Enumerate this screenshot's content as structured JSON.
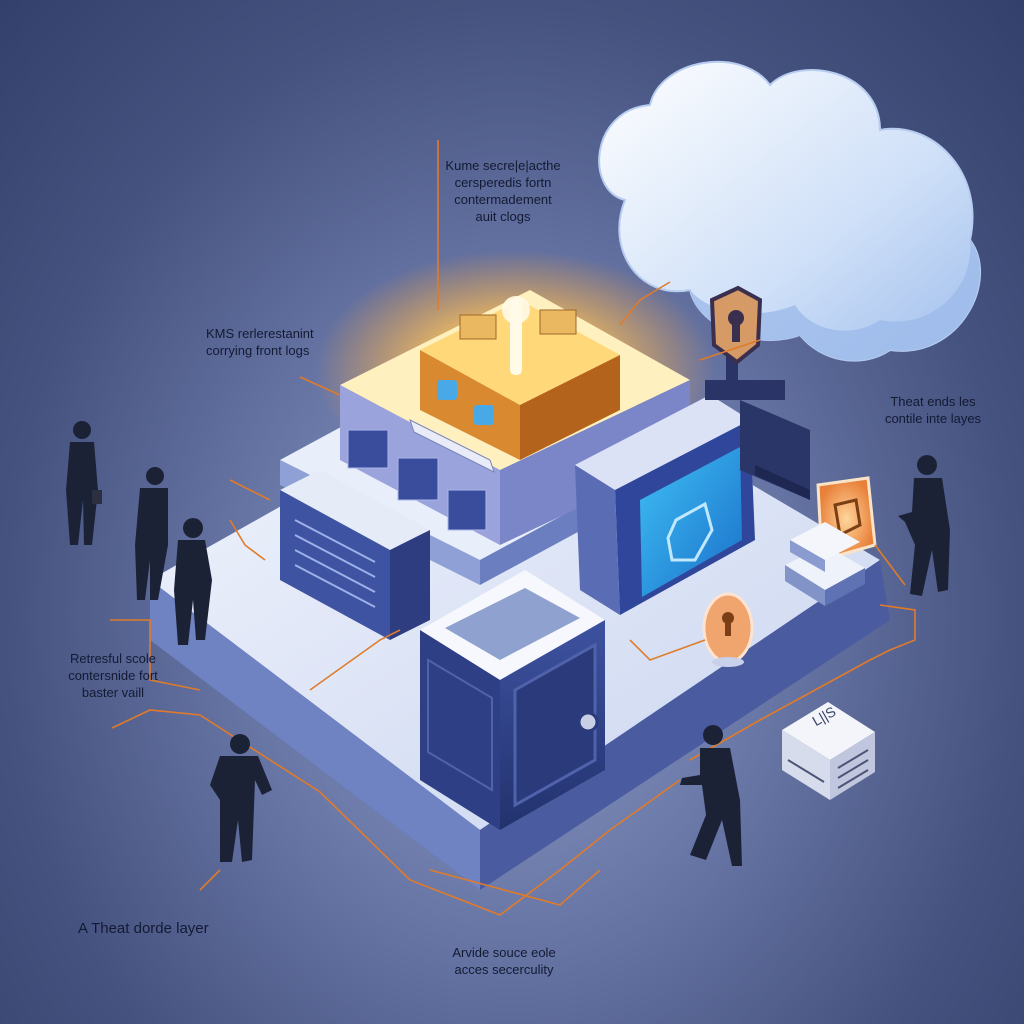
{
  "annotations": {
    "top": [
      "Kume secre|e|acthe",
      "cersperedis fortn",
      "contermadement",
      "auit clogs"
    ],
    "kms": [
      "KMS rerlerestanint",
      "corrying front logs"
    ],
    "right": [
      "Theat ends les",
      "contile inte layes"
    ],
    "left": [
      "Retresful scole",
      "contersnide fort",
      "baster vaill"
    ],
    "bottom_left": "A Theat dorde layer",
    "bottom_center": [
      "Arvide souce eole",
      "acces secerculity"
    ]
  },
  "server_stack_label": "L||S",
  "colors": {
    "background": "#4a5788",
    "platform": "#dfe6f7",
    "platform_side": "#4f63a8",
    "core_glow": "#ffb84a",
    "screen": "#27a6e6",
    "vault": "#2e3f86",
    "connector": "#e07b2a",
    "cloud": "#c9dcf7"
  },
  "icons": [
    "cloud-icon",
    "shield-key-icon",
    "key-badge-icon",
    "lock-shield-icon",
    "vault-icon",
    "server-rack-icon"
  ]
}
